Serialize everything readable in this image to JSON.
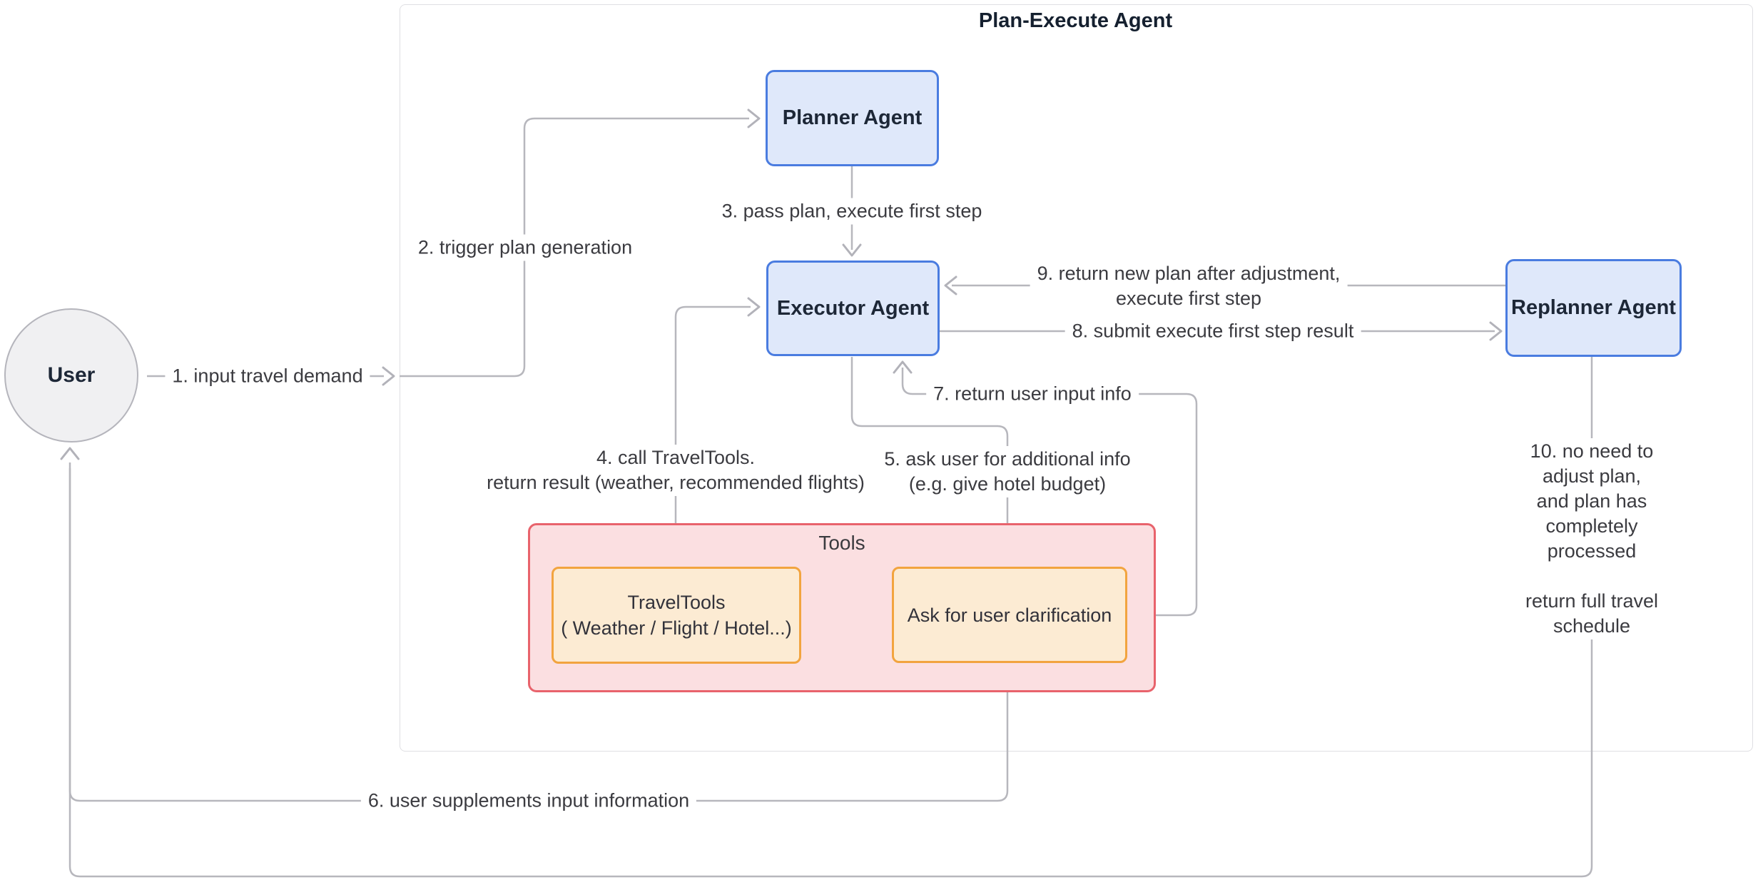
{
  "diagram": {
    "title": "Plan-Execute Agent",
    "user": {
      "label": "User"
    },
    "nodes": {
      "planner": {
        "label": "Planner Agent"
      },
      "executor": {
        "label": "Executor Agent"
      },
      "replanner": {
        "label": "Replanner Agent"
      }
    },
    "tools_group": {
      "title": "Tools",
      "travel_tools": {
        "label": "TravelTools\n( Weather / Flight / Hotel...)"
      },
      "ask_user": {
        "label": "Ask for user clarification"
      }
    },
    "edges": {
      "e1": {
        "label": "1. input travel demand"
      },
      "e2": {
        "label": "2. trigger plan generation"
      },
      "e3": {
        "label": "3. pass plan, execute first step"
      },
      "e4": {
        "label": "4. call TravelTools.\nreturn result (weather, recommended flights)"
      },
      "e5": {
        "label": "5. ask user for additional info\n(e.g. give hotel budget)"
      },
      "e6": {
        "label": "6. user supplements input information"
      },
      "e7": {
        "label": "7. return user input info"
      },
      "e8": {
        "label": "8. submit execute first step result"
      },
      "e9": {
        "label": "9. return new plan after adjustment,\nexecute first step"
      },
      "e10": {
        "label": "10. no need to adjust plan,\nand plan has completely processed\n\nreturn full travel schedule"
      }
    },
    "colors": {
      "agent_fill": "#dfe8fa",
      "agent_border": "#4a7ce0",
      "tools_fill": "#fbdfe1",
      "tools_border": "#e8636c",
      "toolbox_fill": "#fcebd3",
      "toolbox_border": "#f2a43f",
      "user_fill": "#f0f0f2",
      "user_border": "#b5b5bc",
      "wire": "#b7b7bd",
      "label_text": "#3b3b40",
      "node_text": "#1d2737"
    }
  }
}
